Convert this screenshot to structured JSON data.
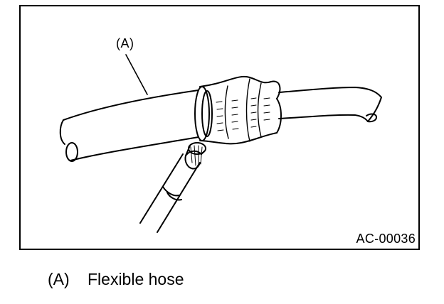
{
  "figure": {
    "callout_label": "(A)",
    "figure_code": "AC-00036"
  },
  "legend": [
    {
      "key": "(A)",
      "text": "Flexible hose"
    }
  ]
}
